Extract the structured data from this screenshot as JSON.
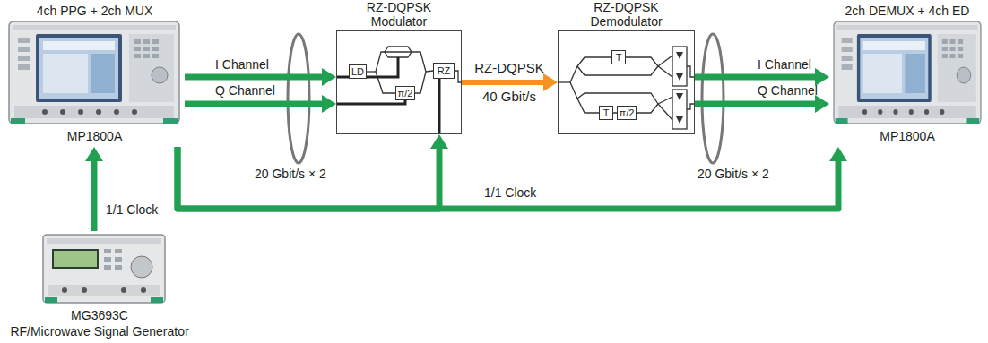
{
  "diagram": {
    "nodes": [
      {
        "text": [
          "4ch PPG + 2ch MUX",
          "MP1800A"
        ]
      },
      {
        "text": [
          "RZ-DQPSK Modulator"
        ]
      },
      {
        "text": [
          "LD"
        ],
        "in": 1
      },
      {
        "text": [
          "π/2"
        ],
        "in": 1
      },
      {
        "text": [
          "RZ"
        ],
        "in": 1
      },
      {
        "text": [
          "RZ-DQPSK Demodulator"
        ]
      },
      {
        "text": [
          "T"
        ],
        "in": 5
      },
      {
        "text": [
          "T"
        ],
        "in": 5
      },
      {
        "text": [
          "π/2"
        ],
        "in": 5
      },
      {
        "text": [
          "2ch DEMUX + 4ch ED",
          "MP1800A"
        ]
      },
      {
        "text": [
          "MG3693C",
          "RF/Microwave Signal Generator"
        ]
      }
    ],
    "edges": [
      {
        "from": 0,
        "to": 1,
        "label": "I Channel",
        "arrow": "to"
      },
      {
        "from": 0,
        "to": 1,
        "label": "Q Channel",
        "arrow": "to"
      },
      {
        "from": 1,
        "to": 5,
        "label": "RZ-DQPSK",
        "arrow": "to"
      },
      {
        "from": 5,
        "to": 9,
        "label": "I Channel",
        "arrow": "to"
      },
      {
        "from": 5,
        "to": 9,
        "label": "Q Channel",
        "arrow": "to"
      },
      {
        "from": 10,
        "to": 0,
        "label": "1/1 Clock",
        "arrow": "to"
      },
      {
        "from": 0,
        "to": 9,
        "label": "1/1 Clock",
        "arrow": "to"
      },
      {
        "from": 0,
        "to": 1,
        "arrow": "to"
      }
    ],
    "labels": [
      "20 Gbit/s × 2",
      "40 Gbit/s",
      "20 Gbit/s × 2"
    ]
  }
}
